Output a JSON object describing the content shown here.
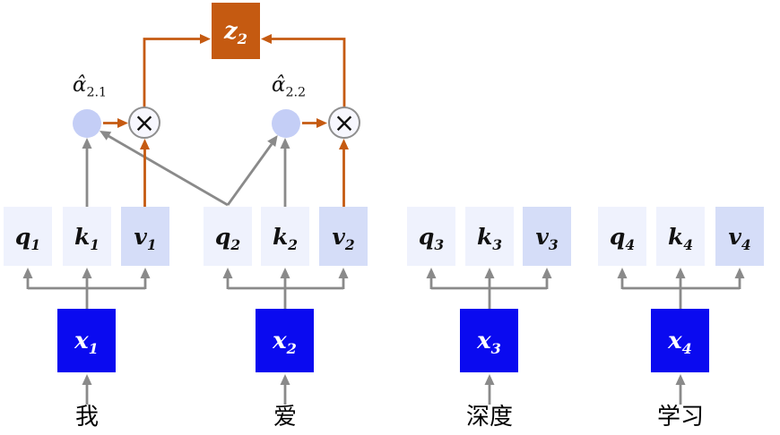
{
  "diagram_type": "self-attention-mechanism",
  "colors": {
    "accent_orange": "#C55A11",
    "accent_blue": "#0A0AF0",
    "weight_circle_fill": "#C4CEF6",
    "qk_box_fill": "#EFF2FD",
    "v_box_fill": "#D5DDF8",
    "connector_gray": "#8A8A8A",
    "multiply_circle_fill": "#F7F7FE",
    "multiply_circle_border": "#8E8E8E"
  },
  "output": {
    "base": "z",
    "sub": "2"
  },
  "weights": [
    {
      "base": "α̂",
      "sub": "2.1"
    },
    {
      "base": "α̂",
      "sub": "2.2"
    }
  ],
  "multiply_symbol": "×",
  "tokens": [
    {
      "word": "我",
      "sub": "1",
      "q": "q",
      "k": "k",
      "v": "v",
      "x": "x"
    },
    {
      "word": "爱",
      "sub": "2",
      "q": "q",
      "k": "k",
      "v": "v",
      "x": "x"
    },
    {
      "word": "深度",
      "sub": "3",
      "q": "q",
      "k": "k",
      "v": "v",
      "x": "x"
    },
    {
      "word": "学习",
      "sub": "4",
      "q": "q",
      "k": "k",
      "v": "v",
      "x": "x"
    }
  ]
}
